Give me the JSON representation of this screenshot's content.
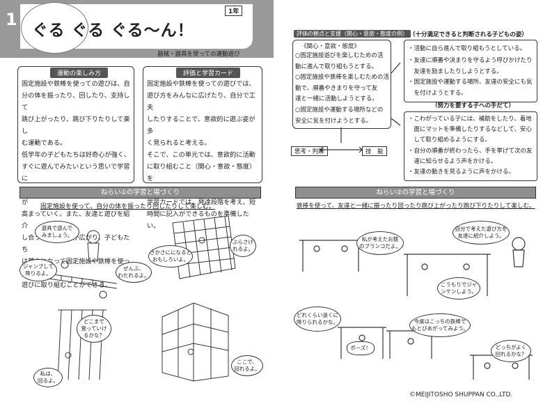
{
  "header": {
    "chapter_no": "1",
    "title": "ぐる ぐる ぐる〜ん！",
    "grade": "1年",
    "subtitle": "器械・器具を使っての運動遊び"
  },
  "left": {
    "fun_label": "運動の楽しみ方",
    "fun_text": "固定施設や鉄棒を使っての遊びは、自\n分の体を振ったり、回したり、支持して\n跳び上がったり、跳び下りたりして楽し\nむ運動である。\n低学年の子どもたちは好奇心が強く、\nすぐに遊んでみたいという思いで学習に\n取り組み、遊ぶ中で次の学習への意欲が\n高まっていく。また、友達と遊びを紹介\nし合うことで動きが広がり、子どもたち\nは夢中になって固定施設や鉄棒を使った\n遊びに取り組むことができる。",
    "eval_label": "評価と学習カード",
    "eval_text": "固定施設や鉄棒を使っての遊びでは、\n遊び方をみんなに広げたり、自分で工夫\nしたりすることで、意欲的に遊ぶ姿が多\nく見られると考える。\nそこで、この単元では、意欲的に活動\nに取り組むこと（関心・意欲・態度）を\n大切にしていきたい。\n学習カードでは、発達段階を考え、短\n時間に記入ができるものを準備したい。",
    "aim_band": "ねらい①の学習と場づくり",
    "aim_text": "固定施設を使って、自分の体を振ったり回したりして楽しむ。",
    "bubbles": [
      "遊具で遊んで\nみましょう。",
      "さかさにになると\nおもしろいよ。",
      "ぶらさげ\nれるよ。",
      "ジャンプして\n降りるよ。",
      "ぜんぶ、\nわたれるよ。",
      "どこまで\n登っていけ\nるかな？",
      "私は、\n回るよ。",
      "ここで、\n回れるよ。"
    ]
  },
  "right": {
    "header_label": "評価の観点と支援（関心・意欲・態度の例）",
    "satisfied_heading": "（十分満足できると判断される子どもの姿）",
    "interest_title": "《関心・意欲・態度》",
    "interest_items": [
      "○固定施設遊びを楽しむための活\n動に進んで取り組もうとする。",
      "○固定施設や鉄棒を楽しむための活\n動で、順番やきまりを守って友\n達と一緒に活動しようとする。",
      "○固定施設や運動する場所などの\n安全に気を付けようとする。"
    ],
    "think_label": "思考・判断",
    "skill_label": "技　能",
    "satisfied_items": [
      "・活動に自ら進んで取り組もうとしている。",
      "・友達に順番や決まりを守るよう呼びかけたり\n　友達を励ましたりしようとする。",
      "・固定施設や運動する場所、友達の安全にも気\n　を付けようとする。"
    ],
    "effort_heading": "（努力を要する子への手だて）",
    "effort_items": [
      "・こわがっている子には、補助をしたり、着地\n　面にマットを準備したりするなどして、安心\n　して取り組めるようにする。",
      "・自分の順番が終わったら、手を挙げて次の友\n　達に知らせるよう声をかける。",
      "・友達の動きを見るように声をかける。"
    ],
    "aim_band": "ねらい②の学習と場づくり",
    "aim_text": "鉄棒を使って、友達と一緒に振ったり回ったり跳び上がったり跳び下りたりして楽しむ。",
    "bubbles": [
      "私が考えたお猿\nのブランコだよ。",
      "自分で考えた遊び方を\n友達に紹介しよう。",
      "こうもりでジャ\nンケンしよう。",
      "どれくらい遠くに\n降りられるかな。",
      "今度はこっちの鉄棒で\nもとびあがってみよう。",
      "ポーズ！",
      "どっちがよく\n回れるかな？"
    ]
  },
  "footer": {
    "copyright": "©MEIJITOSHO SHUPPAN CO.,LTD."
  }
}
